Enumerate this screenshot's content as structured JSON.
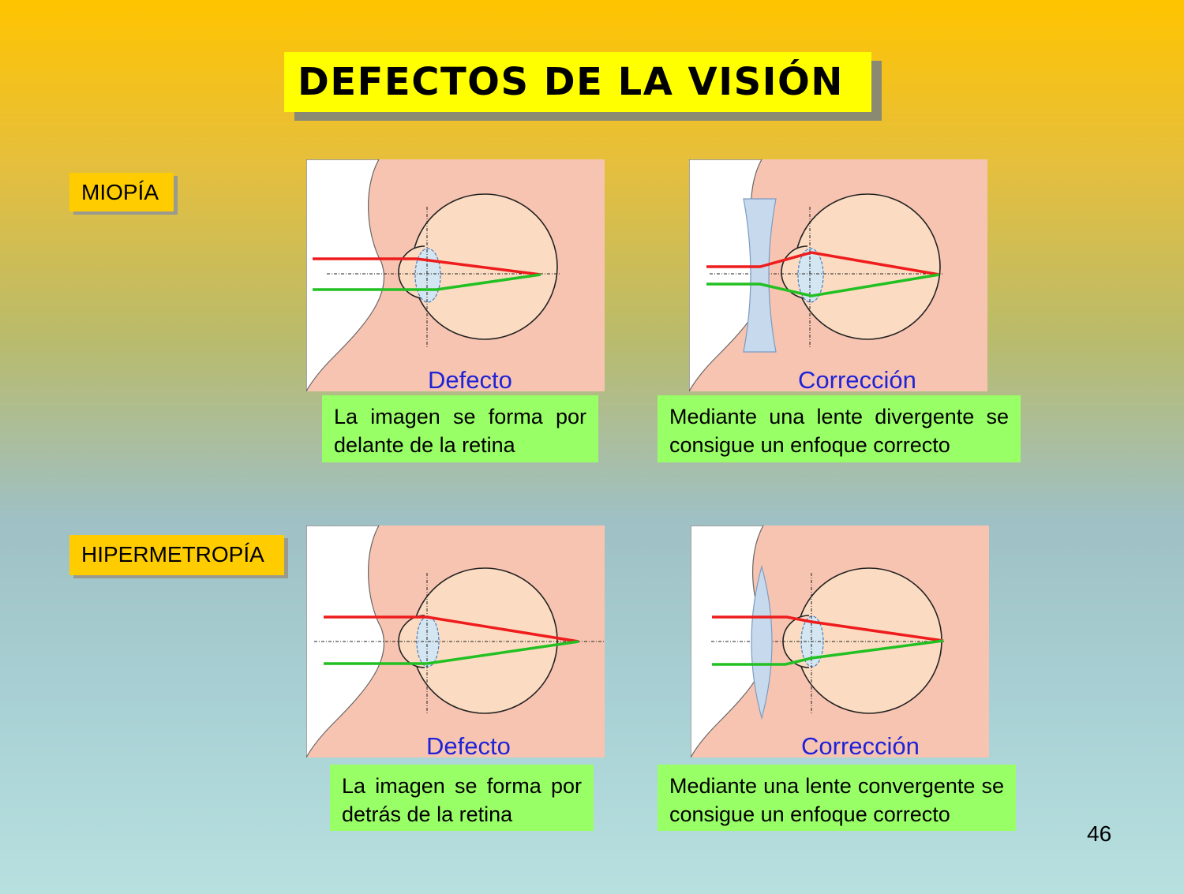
{
  "title": "DEFECTOS DE LA VISIÓN",
  "page_number": "46",
  "sections": [
    {
      "label": "MIOPÍA",
      "defect": {
        "caption": "Defecto",
        "description": "La imagen se forma por delante de la retina"
      },
      "correction": {
        "caption": "Corrección",
        "lens": "divergent",
        "description": "Mediante una lente divergente se consigue un enfoque correcto"
      }
    },
    {
      "label": "HIPERMETROPÍA",
      "defect": {
        "caption": "Defecto",
        "description": "La imagen se forma por detrás de la retina"
      },
      "correction": {
        "caption": "Corrección",
        "lens": "convergent",
        "description": "Mediante una lente convergente se consigue un enfoque correcto"
      }
    }
  ],
  "colors": {
    "title_bg": "#ffff00",
    "label_bg": "#ffcc00",
    "description_bg": "#99ff66",
    "caption_text": "#1f23d6",
    "skin": "#f8c4b2",
    "eyeball": "#fbdcc2",
    "red_ray": "#ee1c1c",
    "green_ray": "#22c022"
  }
}
